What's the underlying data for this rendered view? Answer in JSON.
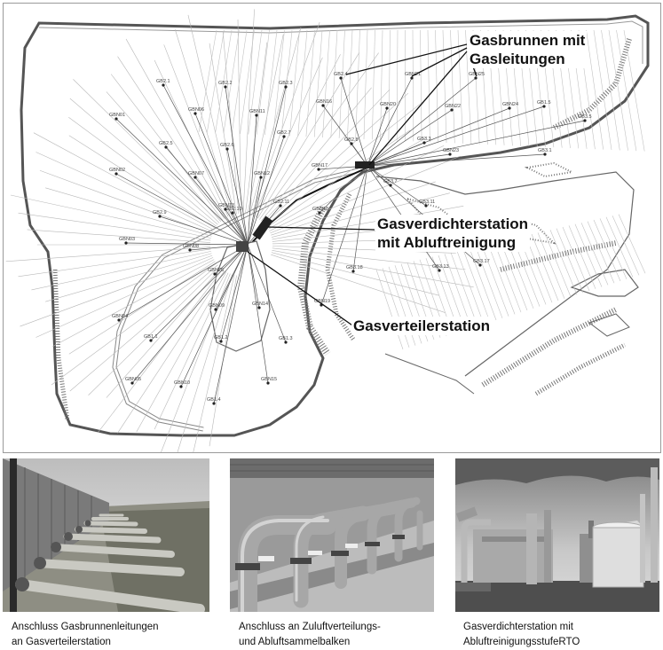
{
  "plan": {
    "callouts": {
      "gas_wells": [
        "Gasbrunnen mit",
        "Gasleitungen"
      ],
      "compressor_station": [
        "Gasverdichterstation",
        "mit Abluftreinigung"
      ],
      "distribution_station": "Gasverteilerstation"
    },
    "well_labels": [
      "GB2.1",
      "GB2.2",
      "GB2.3",
      "GB2.4",
      "GB2.5",
      "GB2.6",
      "GB2.7",
      "GB2.8",
      "GB2.9",
      "GB2.10",
      "GB2.11",
      "GBN01",
      "GBN02",
      "GBN03",
      "GBN04",
      "GBN05",
      "GBN06",
      "GBN07",
      "GBN08",
      "GBN09",
      "GBN10",
      "GBN11",
      "GBN12",
      "GBN13",
      "GBN14",
      "GBN15",
      "GBN16",
      "GBN17",
      "GBN18",
      "GBN19",
      "GBN20",
      "GBN21",
      "GBN22",
      "GBN23",
      "GBN24",
      "GBN25",
      "GBN26",
      "GB1.1",
      "GB1.2",
      "GB1.3",
      "GB1.4",
      "GB1.5",
      "GB3.1",
      "GB3.3",
      "GB3.5",
      "GB3.7",
      "GB3.11",
      "GB3.13",
      "GB3.17",
      "GB3.18"
    ]
  },
  "photos": [
    {
      "caption": [
        "Anschluss Gasbrunnenleitungen",
        "an Gasverteilerstation"
      ]
    },
    {
      "caption": [
        "Anschluss an Zuluftverteilungs-",
        "und Abluftsammelbalken"
      ]
    },
    {
      "caption": [
        "Gasverdichterstation mit",
        "AbluftreinigungsstufeRTO"
      ]
    }
  ]
}
